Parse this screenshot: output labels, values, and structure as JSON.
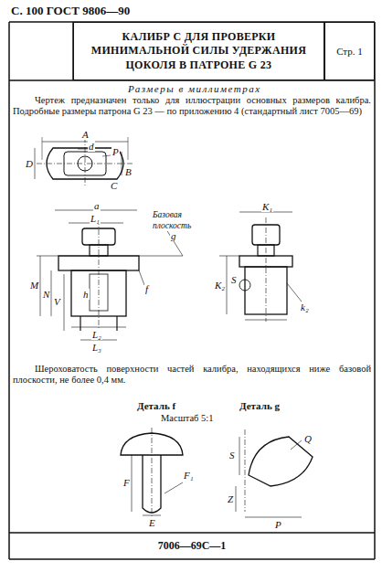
{
  "diagram": {
    "nodes": [
      {
        "text": [
          "КАЛИБР С ДЛЯ ПРОВЕРКИ МИНИМАЛЬНОЙ СИЛЫ УДЕРЖАНИЯ ЦОКОЛЯ В ПАТРОНЕ G 23"
        ]
      },
      {
        "text": [
          "Стр. 1"
        ]
      },
      {
        "text": [
          "7006—69С—1"
        ]
      }
    ],
    "labels": [
      "С. 100 ГОСТ 9806—90",
      "Размеры в миллиметрах",
      "Чертеж предназначен только для иллюстрации основных размеров калибра. Подробные размеры патрона G 23 — по приложению 4 (стандартный лист 7005—69)",
      "A",
      "d",
      "P",
      "D",
      "B",
      "C",
      "a",
      "L₁",
      "K₁",
      "Базовая плоскость",
      "g",
      "M",
      "N",
      "V",
      "f",
      "K₂",
      "h",
      "S",
      "k₂",
      "L₂",
      "L₃",
      "Шероховатость поверхности частей калибра, находящихся ниже базовой плоскости, не более 0,4 мм.",
      "Деталь f",
      "Деталь g",
      "Масштаб 5:1",
      "F",
      "E",
      "F₁",
      "Q",
      "S",
      "Z",
      "P"
    ]
  }
}
